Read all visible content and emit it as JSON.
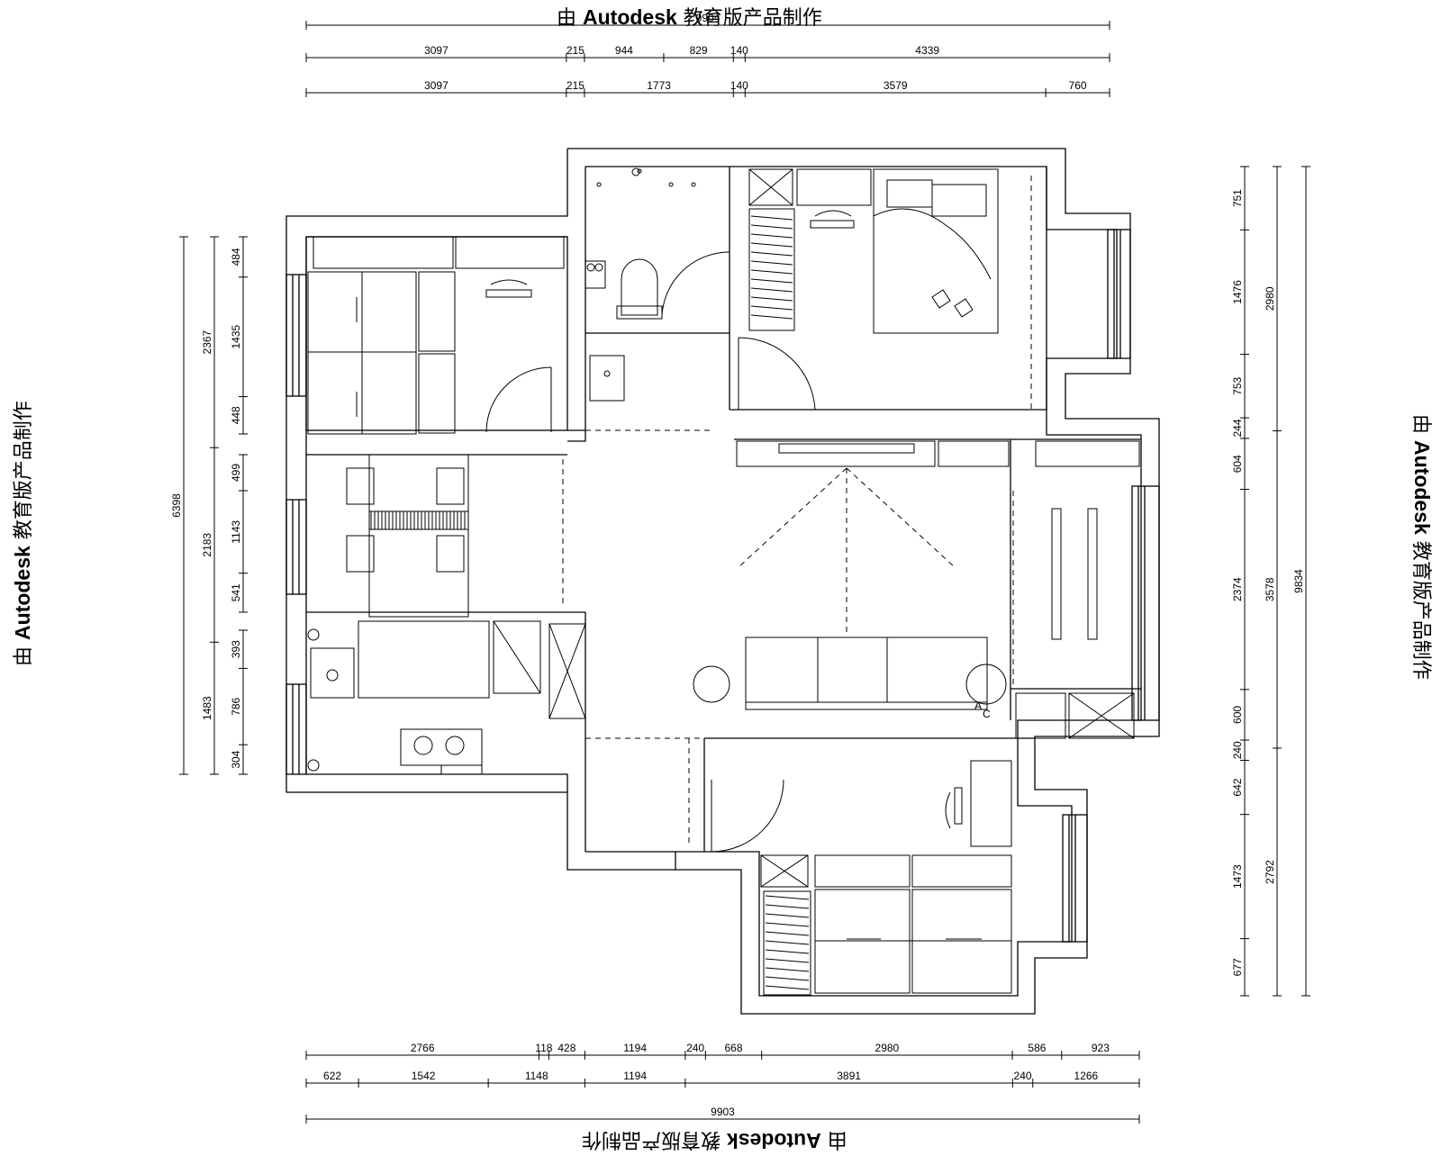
{
  "watermark": {
    "prefix": "由 ",
    "brand": "Autodesk",
    "suffix": " 教育版产品制作"
  },
  "dims": {
    "top_row1_total": "9904",
    "top_row2": [
      "3097",
      "215",
      "944",
      "829",
      "140",
      "4339"
    ],
    "top_row3": [
      "3097",
      "215",
      "1773",
      "140",
      "3579",
      "760"
    ],
    "bottom_row1": [
      "2766",
      "118",
      "428",
      "1194",
      "240",
      "668",
      "2980",
      "586",
      "923"
    ],
    "bottom_row2": [
      "622",
      "1542",
      "1148",
      "1194",
      "3891",
      "240",
      "1266"
    ],
    "bottom_total": "9903",
    "left_total": "6398",
    "left_mid": [
      "2367",
      "2183",
      "1483"
    ],
    "left_inner": [
      "484",
      "1435",
      "448",
      "499",
      "1143",
      "541",
      "393",
      "786",
      "304"
    ],
    "right_inner": [
      "751",
      "1476",
      "753",
      "244",
      "604",
      "2374",
      "600",
      "240",
      "642",
      "1473",
      "677"
    ],
    "right_mid": [
      "2980",
      "3578",
      "2792"
    ],
    "right_total": "9834"
  },
  "labels": {
    "ac": "A",
    "ac2": "C"
  }
}
